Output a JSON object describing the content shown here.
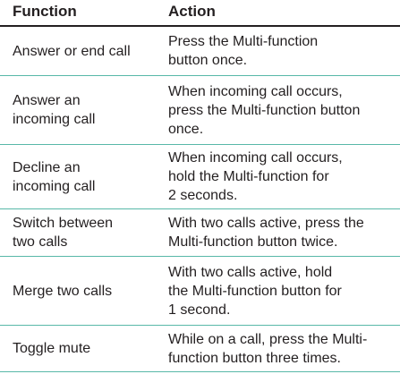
{
  "header": {
    "function": "Function",
    "action": "Action"
  },
  "rows": [
    {
      "function": "Answer or end call",
      "action": "Press the Multi-function\nbutton once."
    },
    {
      "function": "Answer an\nincoming call",
      "action": "When incoming call occurs,\npress the Multi-function button\nonce."
    },
    {
      "function": "Decline an\nincoming call",
      "action": "When incoming call occurs,\nhold the Multi-function for\n2 seconds."
    },
    {
      "function": "Switch between\ntwo calls",
      "action": "With two calls active, press the\nMulti-function button twice."
    },
    {
      "function": "Merge two calls",
      "action": "With two calls active, hold\nthe Multi-function button for\n1 second."
    },
    {
      "function": "Toggle mute",
      "action": "While on a call, press the Multi-\nfunction button three times."
    }
  ],
  "colors": {
    "text": "#231f20",
    "rule": "#58b8a8",
    "header_rule": "#231f20"
  }
}
